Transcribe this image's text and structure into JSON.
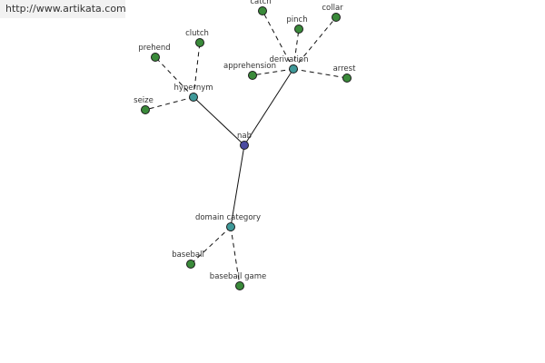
{
  "watermark": {
    "text": "http://www.artikata.com"
  },
  "graph": {
    "colors": {
      "root": "#4a4aa0",
      "relation": "#3f9999",
      "leaf": "#3a8a3a",
      "node_stroke": "#1a1a1a",
      "edge": "#111111",
      "label": "#333333"
    },
    "root": {
      "id": "nab",
      "label": "nab"
    },
    "relations": [
      {
        "id": "hypernym",
        "label": "hypernym",
        "words": [
          {
            "id": "prehend",
            "label": "prehend"
          },
          {
            "id": "clutch",
            "label": "clutch"
          },
          {
            "id": "seize",
            "label": "seize"
          }
        ]
      },
      {
        "id": "derivation",
        "label": "derivation",
        "words": [
          {
            "id": "catch",
            "label": "catch"
          },
          {
            "id": "pinch",
            "label": "pinch"
          },
          {
            "id": "collar",
            "label": "collar"
          },
          {
            "id": "apprehension",
            "label": "apprehension"
          },
          {
            "id": "arrest",
            "label": "arrest"
          }
        ]
      },
      {
        "id": "domain-category",
        "label": "domain category",
        "words": [
          {
            "id": "baseball",
            "label": "baseball"
          },
          {
            "id": "baseball-game",
            "label": "baseball game"
          }
        ]
      }
    ]
  }
}
